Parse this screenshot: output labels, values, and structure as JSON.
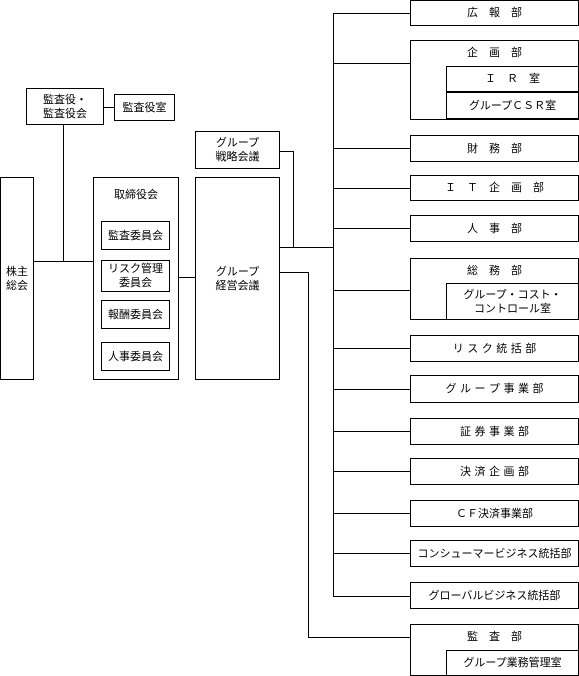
{
  "shareholders": "株主\n総会",
  "auditors": "監査役・\n監査役会",
  "auditors_office": "監査役室",
  "board": {
    "title": "取締役会",
    "committees": [
      "監査委員会",
      "リスク管理\n委員会",
      "報酬委員会",
      "人事委員会"
    ]
  },
  "strategy_council": "グループ\n戦略会議",
  "management_council": "グループ\n経営会議",
  "departments": [
    {
      "name": "広　報　部"
    },
    {
      "name": "企　画　部",
      "subs": [
        "Ｉ　Ｒ　室",
        "グループＣＳＲ室"
      ]
    },
    {
      "name": "財　務　部"
    },
    {
      "name": "Ｉ　Ｔ　企　画　部"
    },
    {
      "name": "人　事　部"
    },
    {
      "name": "総　務　部",
      "subs": [
        "グループ・コスト・\nコントロール室"
      ]
    },
    {
      "name": "リ ス ク 統 括 部"
    },
    {
      "name": "グ ル ー プ 事 業 部"
    },
    {
      "name": "証 券 事 業 部"
    },
    {
      "name": "決 済 企 画 部"
    },
    {
      "name": "ＣＦ決済事業部"
    },
    {
      "name": "コンシューマービジネス統括部"
    },
    {
      "name": "グローバルビジネス統括部"
    },
    {
      "name": "監　査　部",
      "subs": [
        "グループ業務管理室"
      ]
    }
  ]
}
